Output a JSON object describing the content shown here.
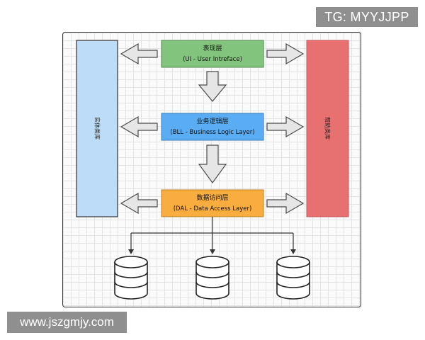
{
  "watermarks": {
    "top": "TG: MYYJJPP",
    "bottom": "www.jszgmjy.com"
  },
  "colors": {
    "ui_layer": "#82c47e",
    "bll_layer": "#5aadf2",
    "dal_layer": "#f9ad3f",
    "entity_bar": "#bcdcf7",
    "helper_bar": "#e77170",
    "arrow_fill": "#e6e6e6",
    "arrow_stroke": "#4a4a4a"
  },
  "layers": {
    "ui": {
      "title": "表现层",
      "subtitle": "(UI - User Intreface)"
    },
    "bll": {
      "title": "业务逻辑层",
      "subtitle": "(BLL - Business Logic Layer)"
    },
    "dal": {
      "title": "数据访问层",
      "subtitle": "(DAL - Data Access Layer)"
    }
  },
  "side_bars": {
    "entity": {
      "label": "实体类库"
    },
    "helper": {
      "label": "帮助类库"
    }
  },
  "databases": [
    {
      "icon": "database-icon"
    },
    {
      "icon": "database-icon"
    },
    {
      "icon": "database-icon"
    }
  ]
}
